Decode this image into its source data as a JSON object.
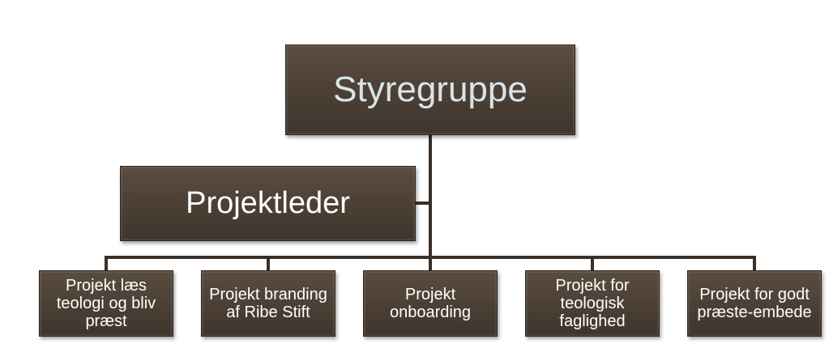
{
  "top": {
    "label": "Styregruppe"
  },
  "leader": {
    "label": "Projektleder"
  },
  "projects": [
    {
      "label": "Projekt læs teologi og bliv præst"
    },
    {
      "label": "Projekt branding af Ribe Stift"
    },
    {
      "label": "Projekt onboarding"
    },
    {
      "label": "Projekt for teologisk faglighed"
    },
    {
      "label": "Projekt for godt præste-embede"
    }
  ],
  "colors": {
    "box": "#4d4137",
    "line": "#3a3029",
    "top_text": "#d9e4e8"
  }
}
